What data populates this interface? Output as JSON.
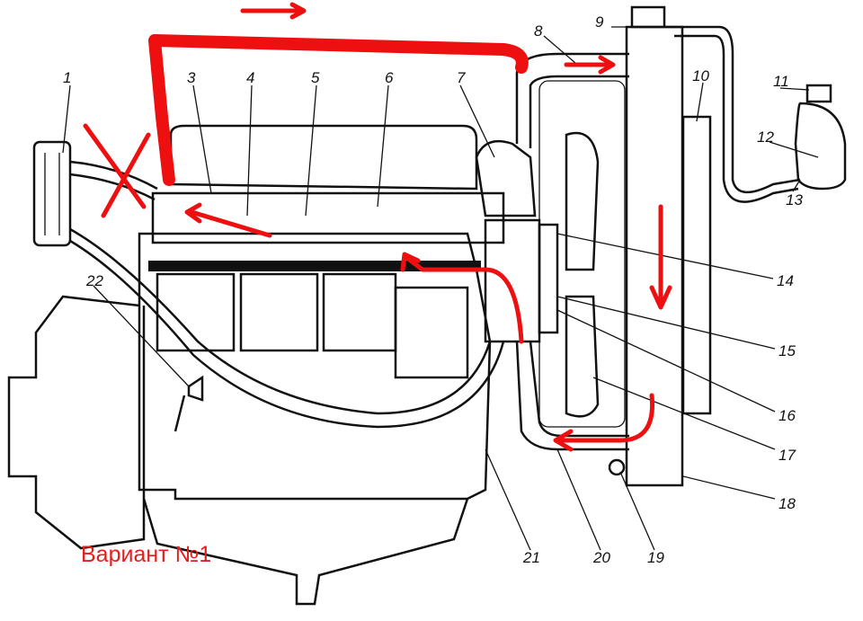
{
  "labels": [
    "1",
    "3",
    "4",
    "5",
    "6",
    "7",
    "8",
    "9",
    "10",
    "11",
    "12",
    "13",
    "14",
    "15",
    "16",
    "17",
    "18",
    "19",
    "20",
    "21",
    "22"
  ],
  "caption": "Вариант №1",
  "colors": {
    "annotation": "#ee1010",
    "ink": "#111111"
  }
}
